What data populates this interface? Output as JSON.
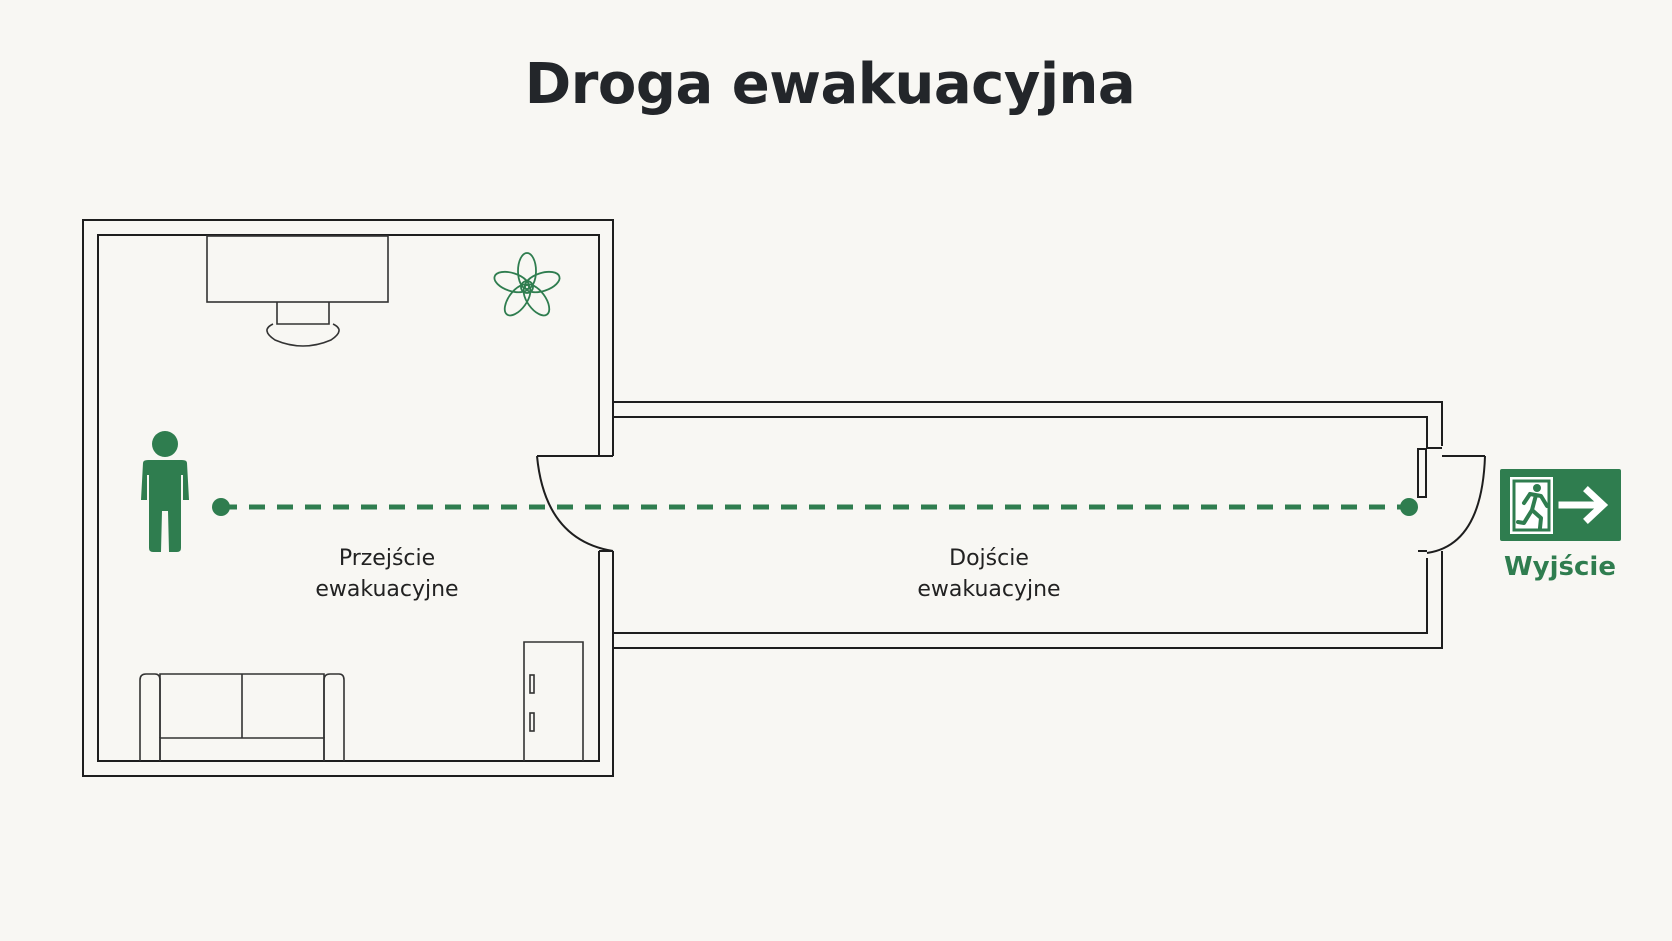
{
  "title": "Droga ewakuacyjna",
  "zones": {
    "room": {
      "line1": "Przejście",
      "line2": "ewakuacyjne"
    },
    "corridor": {
      "line1": "Dojście",
      "line2": "ewakuacyjne"
    }
  },
  "exit": {
    "label": "Wyjście"
  },
  "icons": {
    "person": "person-icon",
    "exit_sign": "exit-sign-icon",
    "plant": "plant-icon"
  },
  "colors": {
    "accent": "#2f7d4f",
    "wall": "#1e1e1e",
    "background": "#f8f7f3"
  }
}
